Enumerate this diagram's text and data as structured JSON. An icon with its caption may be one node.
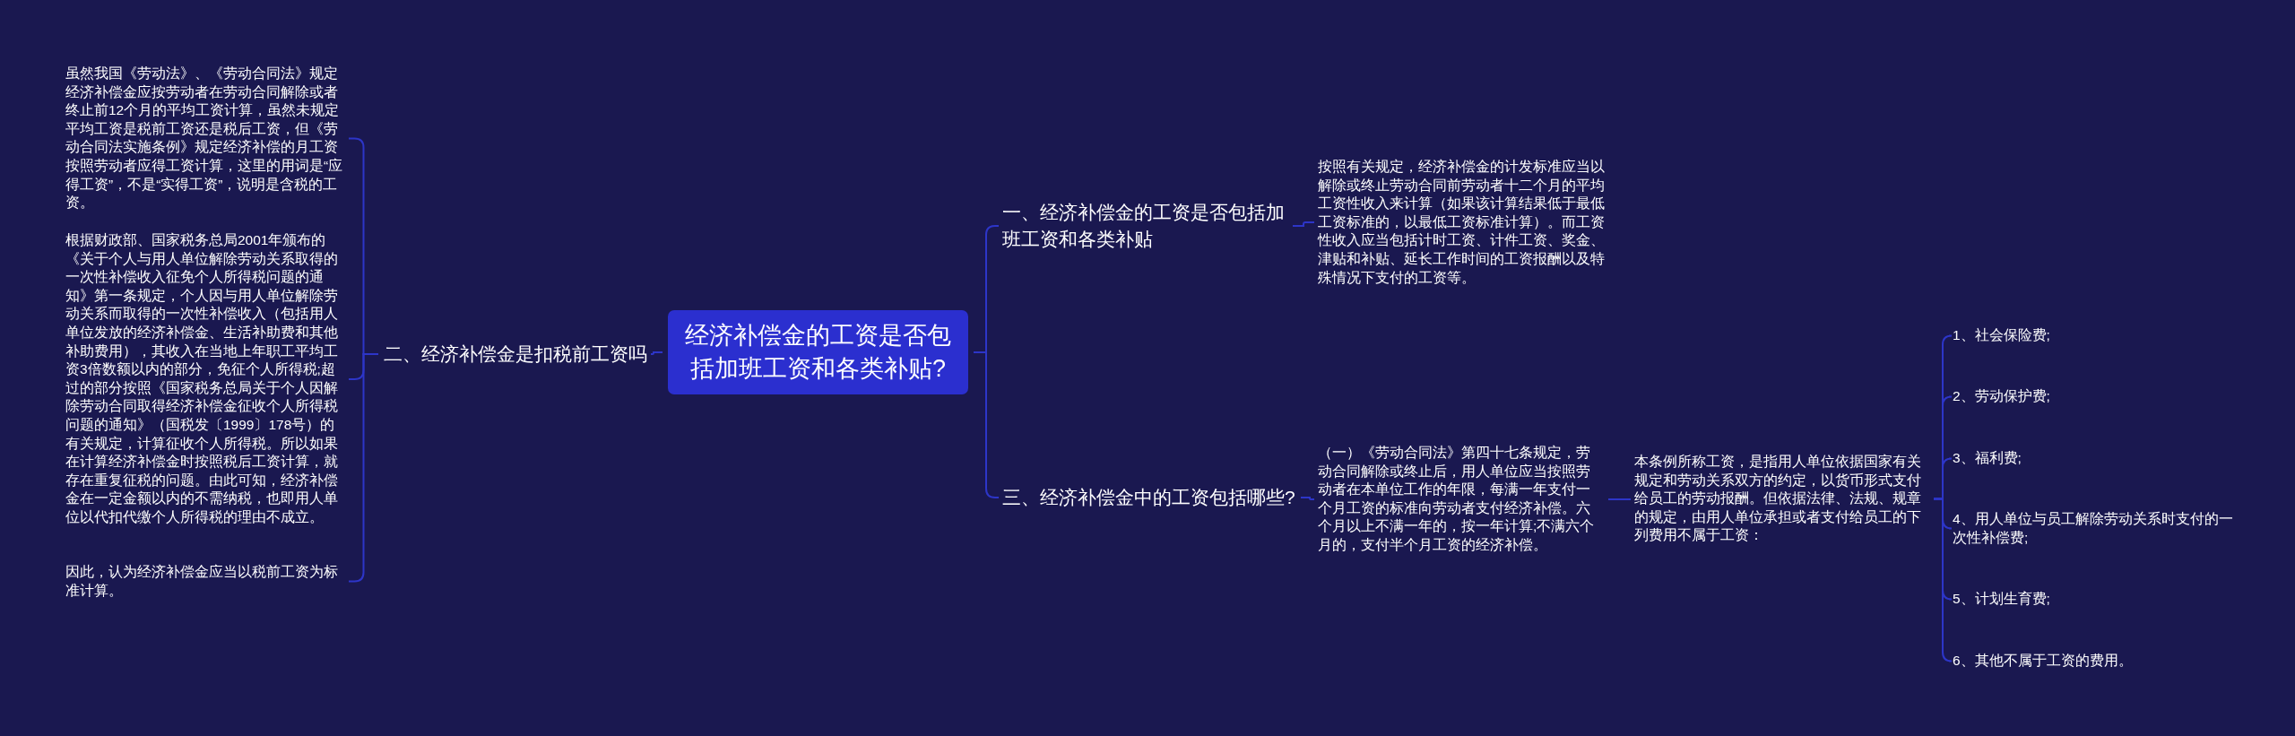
{
  "diagram": {
    "nodes": [
      {
        "text": [
          "经济补偿金的工资是否包括加班工资和各类补贴?"
        ]
      },
      {
        "text": [
          "一、经济补偿金的工资是否包括加班工资和各类补贴"
        ]
      },
      {
        "text": [
          "按照有关规定，经济补偿金的计发标准应当以解除或终止劳动合同前劳动者十二个月的平均工资性收入来计算（如果该计算结果低于最低工资标准的，以最低工资标准计算）。而工资性收入应当包括计时工资、计件工资、奖金、津贴和补贴、延长工作时间的工资报酬以及特殊情况下支付的工资等。"
        ]
      },
      {
        "text": [
          "三、经济补偿金中的工资包括哪些?"
        ]
      },
      {
        "text": [
          "（一）《劳动合同法》第四十七条规定，劳动合同解除或终止后，用人单位应当按照劳动者在本单位工作的年限，每满一年支付一个月工资的标准向劳动者支付经济补偿。六个月以上不满一年的，按一年计算;不满六个月的，支付半个月工资的经济补偿。"
        ]
      },
      {
        "text": [
          "本条例所称工资，是指用人单位依据国家有关规定和劳动关系双方的约定，以货币形式支付给员工的劳动报酬。但依据法律、法规、规章的规定，由用人单位承担或者支付给员工的下列费用不属于工资："
        ]
      },
      {
        "text": [
          "1、社会保险费;"
        ]
      },
      {
        "text": [
          "2、劳动保护费;"
        ]
      },
      {
        "text": [
          "3、福利费;"
        ]
      },
      {
        "text": [
          "4、用人单位与员工解除劳动关系时支付的一次性补偿费;"
        ]
      },
      {
        "text": [
          "5、计划生育费;"
        ]
      },
      {
        "text": [
          "6、其他不属于工资的费用。"
        ]
      },
      {
        "text": [
          "二、经济补偿金是扣税前工资吗"
        ]
      },
      {
        "text": [
          "虽然我国《劳动法》、《劳动合同法》规定经济补偿金应按劳动者在劳动合同解除或者终止前12个月的平均工资计算，虽然未规定平均工资是税前工资还是税后工资，但《劳动合同法实施条例》规定经济补偿的月工资按照劳动者应得工资计算，这里的用词是“应得工资”，不是“实得工资”，说明是含税的工资。"
        ]
      },
      {
        "text": [
          "根据财政部、国家税务总局2001年颁布的《关于个人与用人单位解除劳动关系取得的一次性补偿收入征免个人所得税问题的通知》第一条规定，个人因与用人单位解除劳动关系而取得的一次性补偿收入（包括用人单位发放的经济补偿金、生活补助费和其他补助费用），其收入在当地上年职工平均工资3倍数额以内的部分，免征个人所得税;超过的部分按照《国家税务总局关于个人因解除劳动合同取得经济补偿金征收个人所得税问题的通知》（国税发〔1999〕178号）的有关规定，计算征收个人所得税。所以如果在计算经济补偿金时按照税后工资计算，就存在重复征税的问题。由此可知，经济补偿金在一定金额以内的不需纳税，也即用人单位以代扣代缴个人所得税的理由不成立。"
        ]
      },
      {
        "text": [
          "因此，认为经济补偿金应当以税前工资为标准计算。"
        ]
      }
    ],
    "edges": [
      {
        "from": 0,
        "to": 1,
        "arrow": "none"
      },
      {
        "from": 1,
        "to": 2,
        "arrow": "none"
      },
      {
        "from": 0,
        "to": 3,
        "arrow": "none"
      },
      {
        "from": 3,
        "to": 4,
        "arrow": "none"
      },
      {
        "from": 4,
        "to": 5,
        "arrow": "none"
      },
      {
        "from": 5,
        "to": 6,
        "arrow": "none"
      },
      {
        "from": 5,
        "to": 7,
        "arrow": "none"
      },
      {
        "from": 5,
        "to": 8,
        "arrow": "none"
      },
      {
        "from": 5,
        "to": 9,
        "arrow": "none"
      },
      {
        "from": 5,
        "to": 10,
        "arrow": "none"
      },
      {
        "from": 5,
        "to": 11,
        "arrow": "none"
      },
      {
        "from": 0,
        "to": 12,
        "arrow": "none"
      },
      {
        "from": 12,
        "to": 13,
        "arrow": "none"
      },
      {
        "from": 12,
        "to": 14,
        "arrow": "none"
      },
      {
        "from": 12,
        "to": 15,
        "arrow": "none"
      }
    ]
  }
}
